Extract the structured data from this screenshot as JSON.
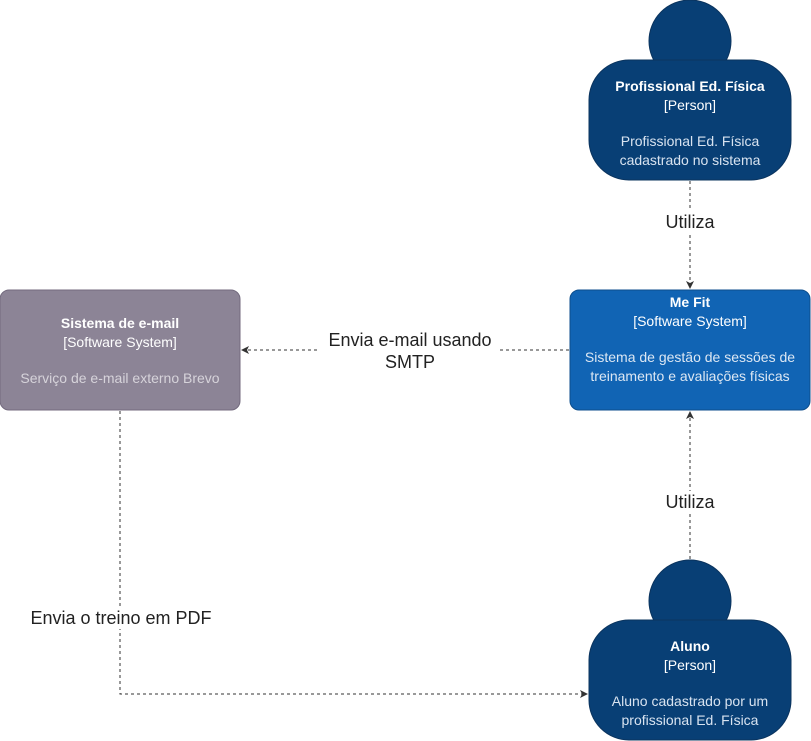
{
  "colors": {
    "person_fill": "#083f75",
    "person_stroke": "#0b345e",
    "system_fill": "#1164b4",
    "system_stroke": "#0d4e8c",
    "external_fill": "#8c8496",
    "external_stroke": "#736a7e",
    "external_desc": "#d6d3da",
    "edge": "#333333"
  },
  "nodes": {
    "professional": {
      "title": "Profissional Ed. Física",
      "type": "[Person]",
      "description": "Profissional Ed. Física cadastrado no sistema"
    },
    "mefit": {
      "title": "Me Fit",
      "type": "[Software System]",
      "description": "Sistema de gestão de sessões de treinamento e avaliações físicas"
    },
    "email": {
      "title": "Sistema de e-mail",
      "type": "[Software System]",
      "description": "Serviço de e-mail externo Brevo"
    },
    "aluno": {
      "title": "Aluno",
      "type": "[Person]",
      "description": "Aluno cadastrado por um profissional Ed. Física"
    }
  },
  "edges": {
    "professional_to_mefit": "Utiliza",
    "mefit_to_email": "Envia e-mail usando SMTP",
    "aluno_to_mefit": "Utiliza",
    "email_to_aluno": "Envia o treino em PDF"
  }
}
